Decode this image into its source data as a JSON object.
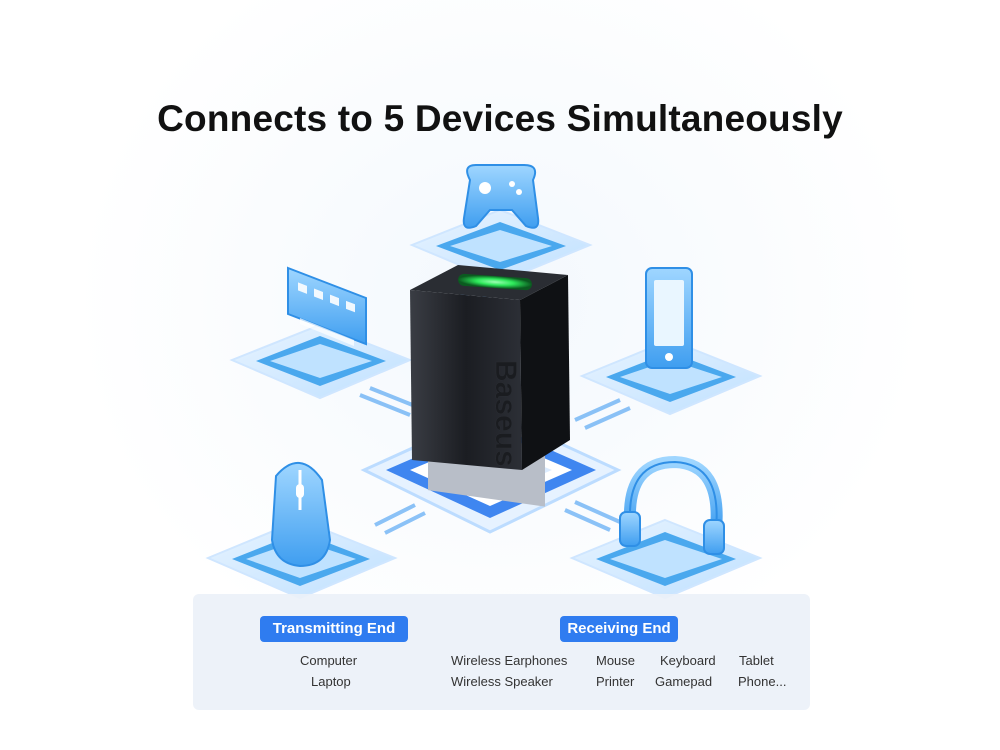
{
  "headline": "Connects to 5 Devices Simultaneously",
  "adapter": {
    "brand_text": "Baseus"
  },
  "devices": [
    {
      "name": "gamepad-icon"
    },
    {
      "name": "keyboard-icon"
    },
    {
      "name": "tablet-icon"
    },
    {
      "name": "mouse-icon"
    },
    {
      "name": "headphones-icon"
    }
  ],
  "info_panel": {
    "transmitting": {
      "label": "Transmitting End",
      "items": [
        "Computer",
        "Laptop"
      ]
    },
    "receiving": {
      "label": "Receiving End",
      "items": [
        "Wireless Earphones",
        "Mouse",
        "Keyboard",
        "Tablet",
        "Wireless Speaker",
        "Printer",
        "Gamepad",
        "Phone..."
      ]
    }
  },
  "colors": {
    "accent": "#2f7cf0",
    "icon_blue": "#4aa8ee",
    "platform_blue": "#3f86f0",
    "led_green": "#2de85a"
  }
}
